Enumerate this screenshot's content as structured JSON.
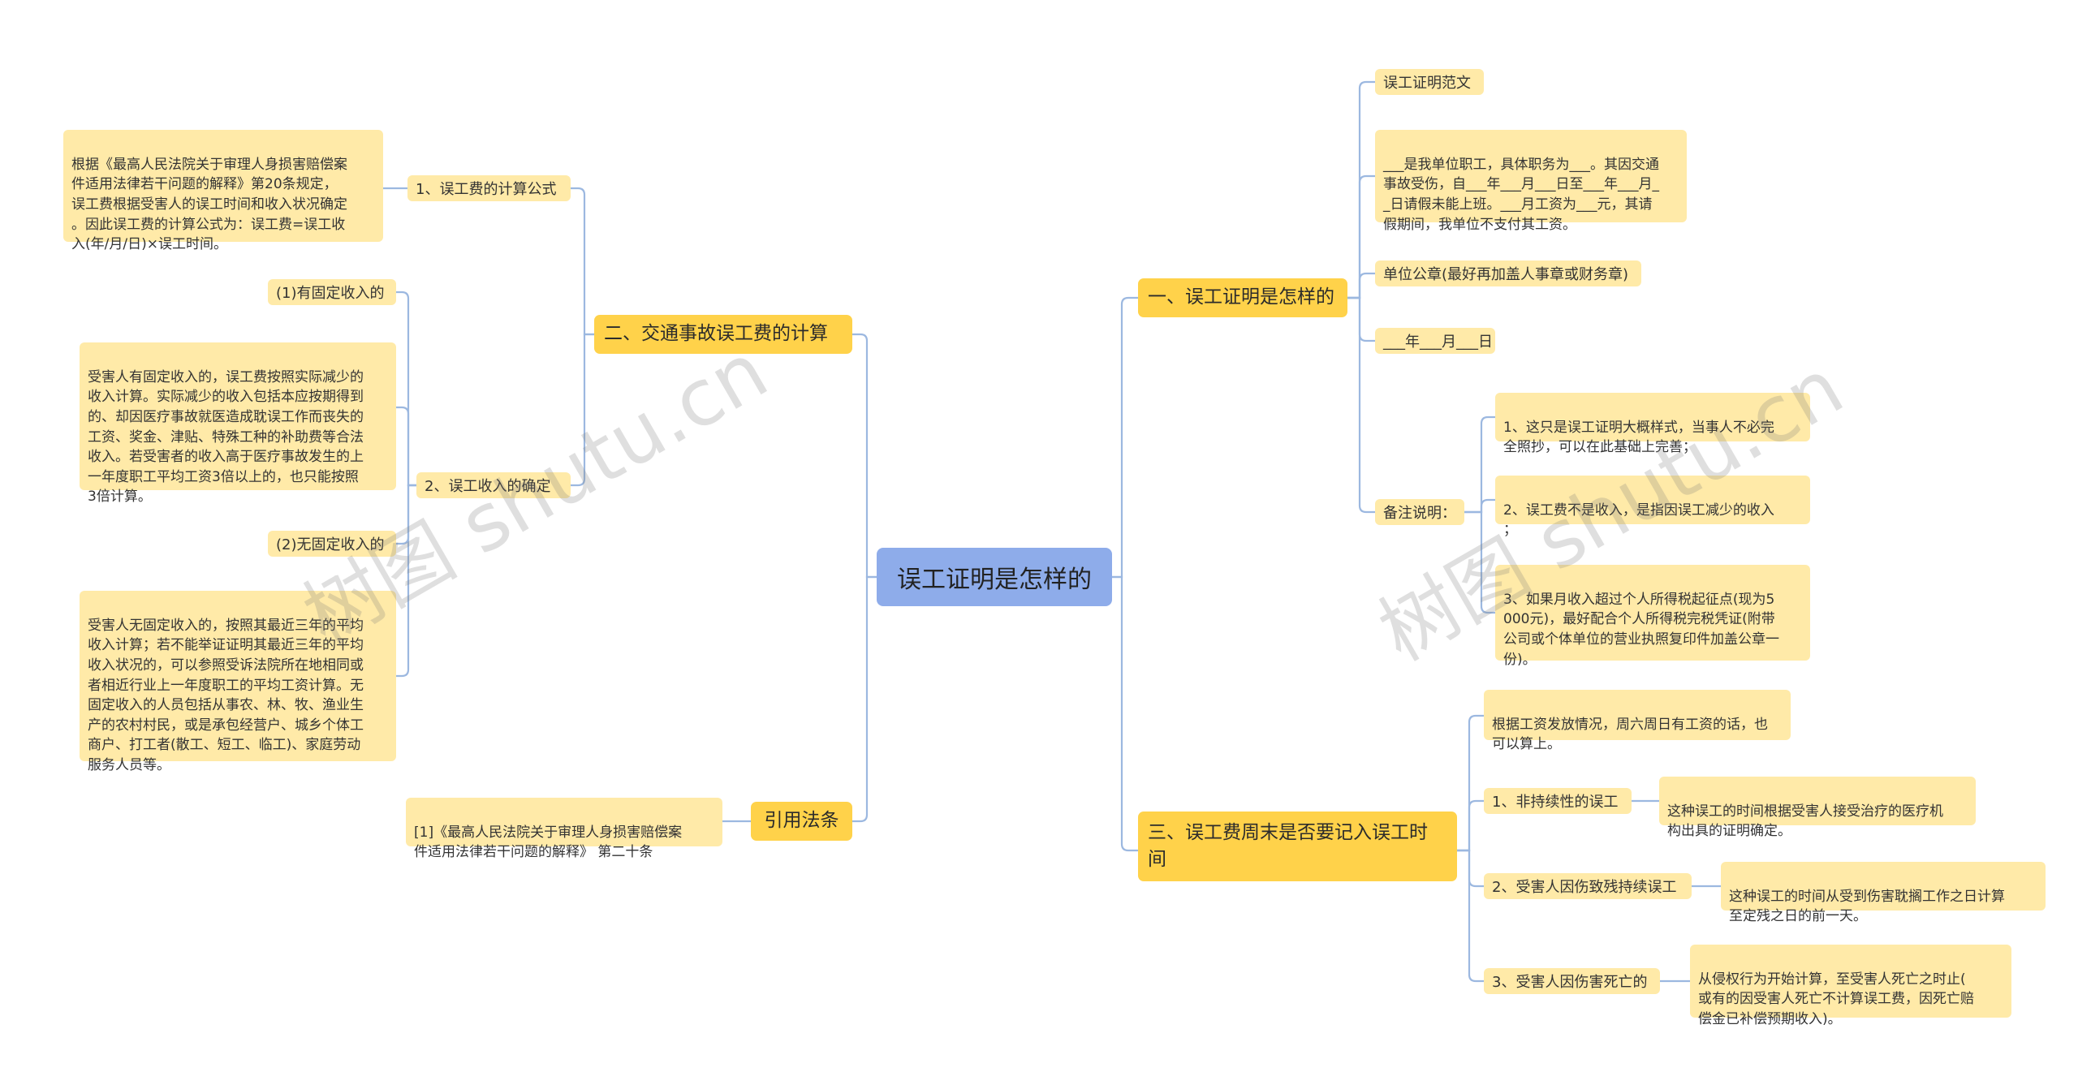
{
  "root": {
    "title": "误工证明是怎样的"
  },
  "left": {
    "calc": {
      "title": "二、交通事故误工费的计算",
      "formula": {
        "label": "1、误工费的计算公式",
        "detail": "根据《最高人民法院关于审理人身损害赔偿案\n件适用法律若干问题的解释》第20条规定，\n误工费根据受害人的误工时间和收入状况确定\n。因此误工费的计算公式为：误工费=误工收\n入(年/月/日)×误工时间。"
      },
      "income": {
        "label": "2、误工收入的确定",
        "fixed_label": "(1)有固定收入的",
        "fixed_detail": "受害人有固定收入的，误工费按照实际减少的\n收入计算。实际减少的收入包括本应按期得到\n的、却因医疗事故就医造成耽误工作而丧失的\n工资、奖金、津贴、特殊工种的补助费等合法\n收入。若受害者的收入高于医疗事故发生的上\n一年度职工平均工资3倍以上的，也只能按照\n3倍计算。",
        "nonfixed_label": "(2)无固定收入的",
        "nonfixed_detail": "受害人无固定收入的，按照其最近三年的平均\n收入计算；若不能举证证明其最近三年的平均\n收入状况的，可以参照受诉法院所在地相同或\n者相近行业上一年度职工的平均工资计算。无\n固定收入的人员包括从事农、林、牧、渔业生\n产的农村村民，或是承包经营户、城乡个体工\n商户、打工者(散工、短工、临工)、家庭劳动\n服务人员等。"
      }
    },
    "law": {
      "title": "引用法条",
      "detail": "[1]《最高人民法院关于审理人身损害赔偿案\n件适用法律若干问题的解释》 第二十条"
    }
  },
  "right": {
    "proof": {
      "title": "一、误工证明是怎样的",
      "sample_title": "误工证明范文",
      "body": "___是我单位职工，具体职务为___。其因交通\n事故受伤，自___年___月___日至___年___月_\n_日请假未能上班。___月工资为___元，其请\n假期间，我单位不支付其工资。",
      "stamp": "单位公章(最好再加盖人事章或财务章)",
      "date": "___年___月___日",
      "notes": {
        "label": "备注说明：",
        "items": [
          "1、这只是误工证明大概样式，当事人不必完\n全照抄，可以在此基础上完善；",
          "2、误工费不是收入，是指因误工减少的收入\n；",
          "3、如果月收入超过个人所得税起征点(现为5\n000元)，最好配合个人所得税完税凭证(附带\n公司或个体单位的营业执照复印件加盖公章一\n份)。"
        ]
      }
    },
    "weekend": {
      "title": "三、误工费周末是否要记入误工时\n间",
      "intro": "根据工资发放情况，周六周日有工资的话，也\n可以算上。",
      "cases": [
        {
          "label": "1、非持续性的误工",
          "detail": "这种误工的时间根据受害人接受治疗的医疗机\n构出具的证明确定。"
        },
        {
          "label": "2、受害人因伤致残持续误工",
          "detail": "这种误工的时间从受到伤害耽搁工作之日计算\n至定残之日的前一天。"
        },
        {
          "label": "3、受害人因伤害死亡的",
          "detail": "从侵权行为开始计算，至受害人死亡之时止(\n或有的因受害人死亡不计算误工费，因死亡赔\n偿金已补偿预期收入)。"
        }
      ]
    }
  },
  "watermark": {
    "text": "树图 shutu.cn"
  },
  "colors": {
    "root": "#8eacea",
    "branch": "#ffd24a",
    "leaf": "#ffeaa8",
    "connector": "#9cb8e0"
  }
}
